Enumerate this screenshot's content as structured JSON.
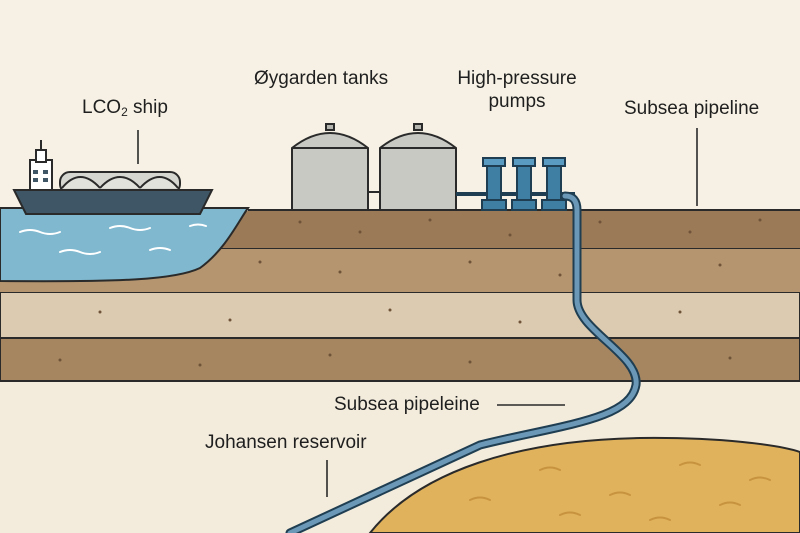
{
  "labels": {
    "ship": {
      "prefix": "LCO",
      "sub": "2",
      "suffix": " ship"
    },
    "tanks": "Øygarden tanks",
    "pumps_line1": "High-pressure",
    "pumps_line2": "pumps",
    "subsea_pipeline_top": "Subsea pipeline",
    "subsea_pipeline_mid": "Subsea pipeleine",
    "reservoir": "Johansen reservoir"
  },
  "colors": {
    "background": "#f6f1e4",
    "sea": "#7fb8cf",
    "topsoil": "#9b7a57",
    "layer_light": "#cdb596",
    "layer_mid": "#b5956f",
    "layer_beige": "#dccbb0",
    "layer_dark": "#a58661",
    "reservoir": "#e0b25c",
    "pipeline": "#6b98b6",
    "ship_hull": "#3e5665",
    "tank": "#c9c9c4",
    "pump": "#3f7fa3"
  }
}
